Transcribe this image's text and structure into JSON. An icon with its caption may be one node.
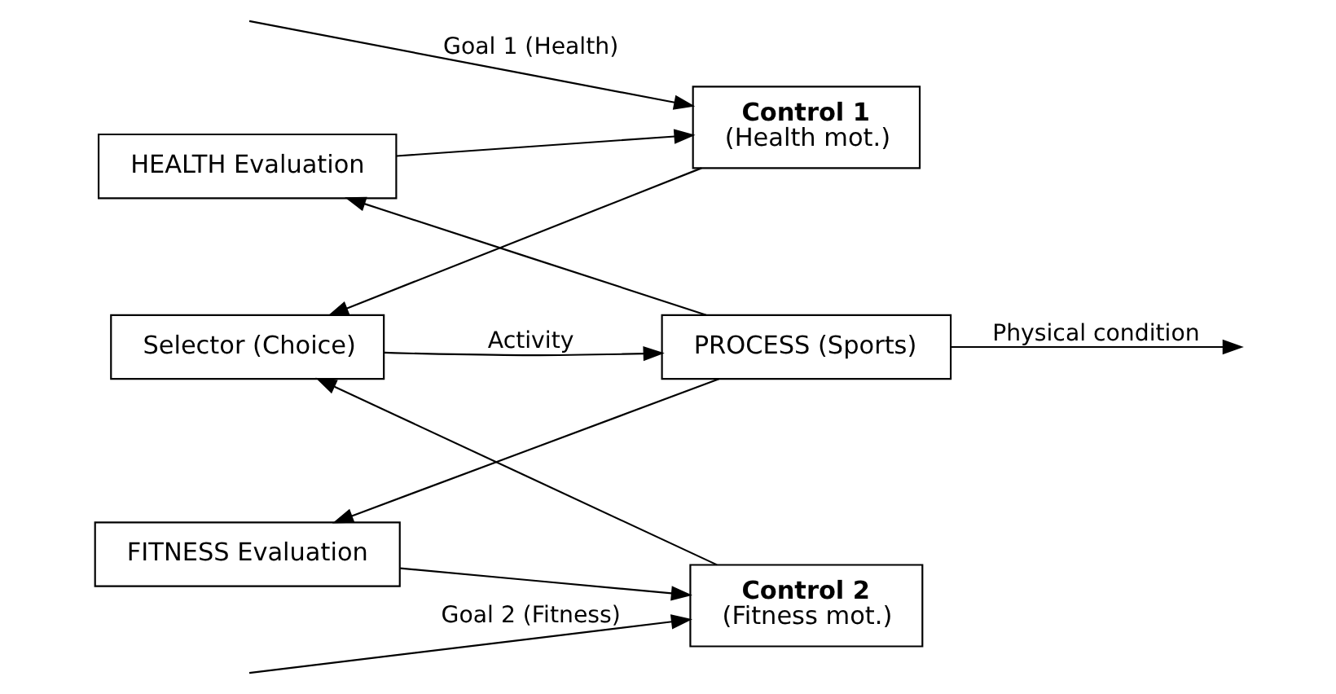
{
  "diagram": {
    "nodes": [
      {
        "text": [
          "HEALTH Evaluation"
        ]
      },
      {
        "text": [
          "Control 1",
          "(Health mot.)"
        ]
      },
      {
        "text": [
          "Selector (Choice)"
        ]
      },
      {
        "text": [
          "PROCESS (Sports)"
        ]
      },
      {
        "text": [
          "Control 2",
          "(Fitness mot.)"
        ]
      },
      {
        "text": [
          "FITNESS Evaluation"
        ]
      }
    ],
    "edges": [
      {
        "from": 0,
        "to": 1,
        "arrow": "to"
      },
      {
        "from": null,
        "to": 1,
        "arrow": "to",
        "label": "Goal 1 (Health)"
      },
      {
        "from": 1,
        "to": 2,
        "arrow": "to"
      },
      {
        "from": null,
        "to": 4,
        "arrow": "to",
        "label": "Goal 2 (Fitness)"
      },
      {
        "from": 4,
        "to": 2,
        "arrow": "to"
      },
      {
        "from": 2,
        "to": 3,
        "arrow": "to",
        "label": "Activity"
      },
      {
        "from": 3,
        "to": null,
        "arrow": "to",
        "label": "Physical condition"
      },
      {
        "from": 3,
        "to": 0,
        "arrow": "to"
      },
      {
        "from": 3,
        "to": 5,
        "arrow": "to"
      },
      {
        "from": 5,
        "to": 4,
        "arrow": "to"
      }
    ]
  }
}
